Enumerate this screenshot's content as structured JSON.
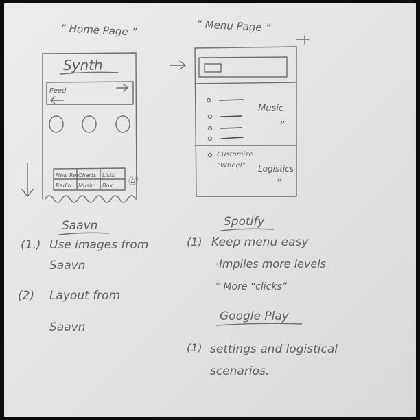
{
  "home_sketch": {
    "caption": "“ Home Page ”",
    "app_title": "Synth",
    "feed_label": "Feed",
    "grid_cells": [
      "New Rel",
      "Charts",
      "Lists",
      "Radio",
      "Music",
      "Box"
    ],
    "corner_button": "Ⓑ"
  },
  "menu_sketch": {
    "caption": "“ Menu Page ”",
    "music_label": "Music",
    "music_quote": "”",
    "custom_line1": "Customize",
    "custom_line2": "“Wheel”",
    "logistics_label": "Logistics",
    "bottom_quote": "”"
  },
  "notes": {
    "saavn": {
      "heading": "Saavn",
      "items": [
        {
          "number": "(1.)",
          "line1": "Use images from",
          "line2": "Saavn"
        },
        {
          "number": "(2)",
          "line1": "Layout from",
          "line2": "Saavn"
        }
      ]
    },
    "spotify": {
      "heading": "Spotify",
      "item_number": "(1)",
      "item_text": "Keep menu easy",
      "bullets": [
        "·Implies more levels",
        "° More “clicks”"
      ]
    },
    "google_play": {
      "heading": "Google Play",
      "item_number": "(1)",
      "line1": "settings and logistical",
      "line2": "scenarios."
    }
  }
}
